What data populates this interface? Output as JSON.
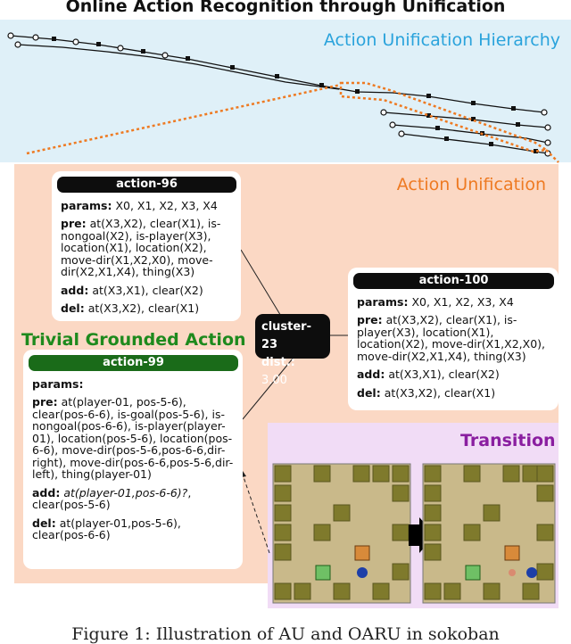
{
  "figure": {
    "title": "Online Action Recognition through Unification",
    "caption": "Figure 1: Illustration of AU and OARU in sokoban"
  },
  "hierarchy": {
    "title": "Action Unification Hierarchy"
  },
  "unification": {
    "title": "Action Unification"
  },
  "trivial": {
    "title": "Trivial Grounded Action"
  },
  "transition": {
    "title": "Transition"
  },
  "cluster": {
    "name": "cluster-23",
    "dist_label": "dist.:",
    "dist_value": "3.00"
  },
  "card_96": {
    "name": "action-96",
    "params_label": "params:",
    "params": "X0, X1, X2, X3, X4",
    "pre_label": "pre:",
    "pre": "at(X3,X2), clear(X1), is-nongoal(X2), is-player(X3), location(X1), location(X2), move-dir(X1,X2,X0), move-dir(X2,X1,X4), thing(X3)",
    "add_label": "add:",
    "add": "at(X3,X1), clear(X2)",
    "del_label": "del:",
    "del": "at(X3,X2), clear(X1)"
  },
  "card_100": {
    "name": "action-100",
    "params_label": "params:",
    "params": "X0, X1, X2, X3, X4",
    "pre_label": "pre:",
    "pre": "at(X3,X2), clear(X1), is-player(X3), location(X1), location(X2), move-dir(X1,X2,X0), move-dir(X2,X1,X4), thing(X3)",
    "add_label": "add:",
    "add": "at(X3,X1), clear(X2)",
    "del_label": "del:",
    "del": "at(X3,X2), clear(X1)"
  },
  "card_99": {
    "name": "action-99",
    "params_label": "params:",
    "pre_label": "pre:",
    "pre": "at(player-01, pos-5-6), clear(pos-6-6), is-goal(pos-5-6), is-nongoal(pos-6-6), is-player(player-01), location(pos-5-6), location(pos-6-6), move-dir(pos-5-6,pos-6-6,dir-right), move-dir(pos-6-6,pos-5-6,dir-left), thing(player-01)",
    "add_label": "add:",
    "add_italic": "at(player-01,pos-6-6)?",
    "add": ", clear(pos-5-6)",
    "del_label": "del:",
    "del": "at(player-01,pos-5-6), clear(pos-6-6)"
  },
  "colors": {
    "hierarchy_bg": "#dff0f8",
    "hierarchy_accent": "#2aa3dc",
    "unification_bg": "#fbd8c4",
    "unification_accent": "#ee7a22",
    "trivial_accent": "#1e8a1d",
    "transition_bg": "#f1dcf6",
    "transition_accent": "#8a1ea0"
  }
}
